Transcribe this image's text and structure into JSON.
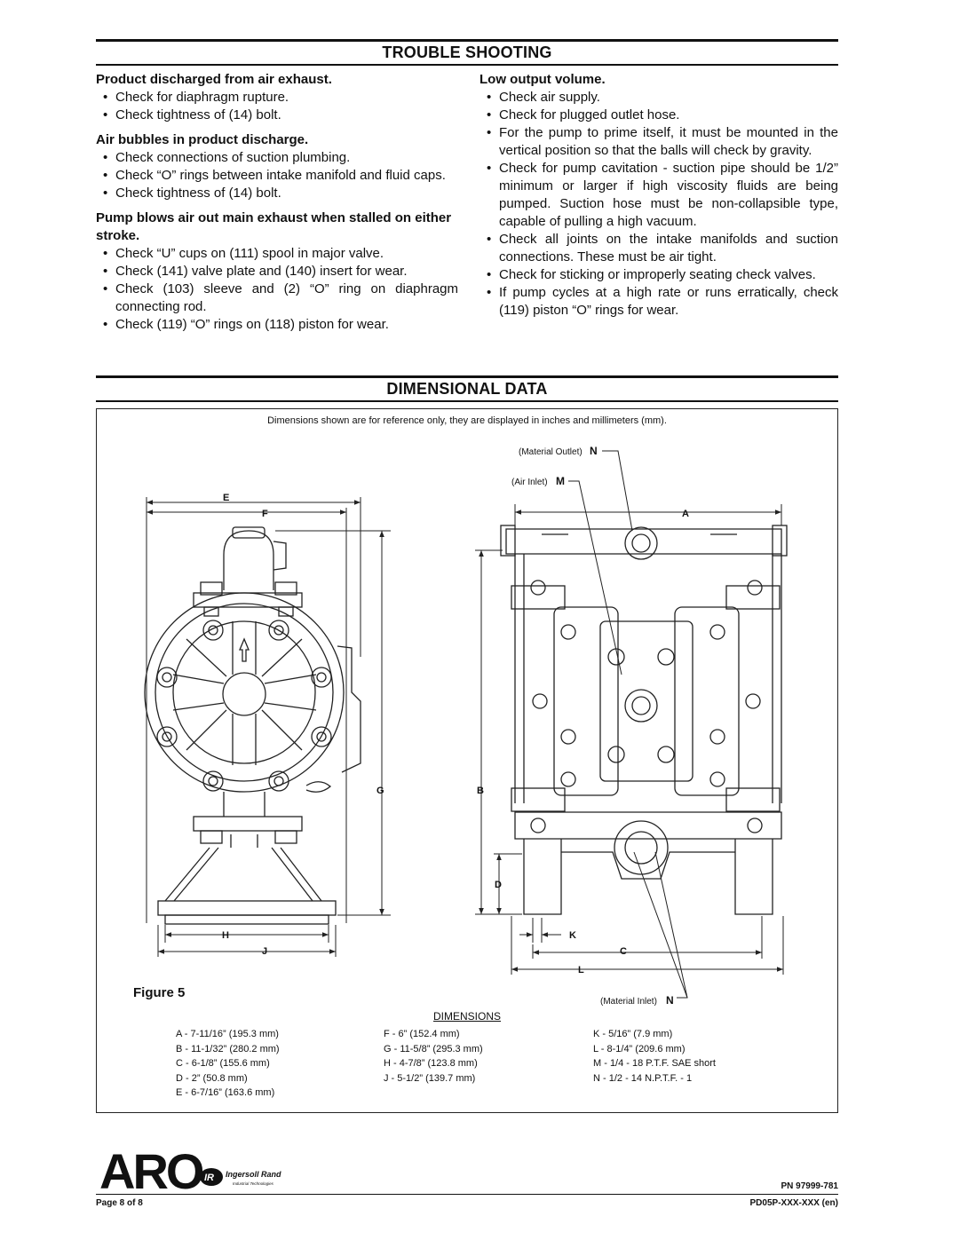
{
  "trouble": {
    "title": "TROUBLE SHOOTING",
    "left": [
      {
        "heading": "Product discharged from air exhaust.",
        "items": [
          "Check for diaphragm rupture.",
          "Check tightness of (14) bolt."
        ]
      },
      {
        "heading": "Air bubbles in product discharge.",
        "items": [
          "Check connections of suction plumbing.",
          "Check “O” rings between intake manifold and fluid caps.",
          "Check tightness of (14) bolt."
        ]
      },
      {
        "heading": "Pump blows air out main exhaust when stalled on either stroke.",
        "items": [
          "Check “U” cups on (111) spool in major valve.",
          "Check (141) valve plate and (140) insert for wear.",
          "Check (103) sleeve and (2) “O” ring on diaphragm connecting rod.",
          "Check (119) “O” rings on (118) piston for wear."
        ]
      }
    ],
    "right": [
      {
        "heading": "Low output volume.",
        "items": [
          "Check air supply.",
          "Check for plugged outlet hose.",
          "For the pump to prime itself, it must be mounted in the vertical position so that the balls will check by gravity.",
          "Check for pump cavitation - suction pipe should be 1/2” minimum or larger if high viscosity fluids are being pumped. Suction hose must be non-collapsible type, capable of pulling a high vacuum.",
          "Check all joints on the intake manifolds and suction connections. These must be air tight.",
          "Check for sticking or improperly seating check valves.",
          "If pump cycles at a high rate or runs erratically, check (119) piston “O” rings for wear."
        ]
      }
    ]
  },
  "dimensional": {
    "title": "DIMENSIONAL DATA",
    "note": "Dimensions shown are for reference only, they are displayed in inches and millimeters (mm).",
    "figure_label": "Figure 5",
    "callouts": {
      "material_outlet": "(Material Outlet)",
      "air_inlet": "(Air Inlet)",
      "material_inlet": "(Material Inlet)",
      "N": "N",
      "M": "M",
      "A": "A",
      "B": "B",
      "C": "C",
      "D": "D",
      "E": "E",
      "F": "F",
      "G": "G",
      "H": "H",
      "J": "J",
      "K": "K",
      "L": "L"
    },
    "dimensions_title": "DIMENSIONS",
    "col1": [
      "A -  7-11/16” (195.3 mm)",
      "B -  11-1/32” (280.2 mm)",
      "C -  6-1/8” (155.6 mm)",
      "D -  2” (50.8 mm)",
      "E -  6-7/16” (163.6 mm)"
    ],
    "col2": [
      "F -  6” (152.4 mm)",
      "G -  11-5/8” (295.3 mm)",
      "H -  4-7/8” (123.8 mm)",
      "J -  5-1/2” (139.7 mm)"
    ],
    "col3": [
      "K -  5/16” (7.9 mm)",
      "L -  8-1/4” (209.6 mm)",
      "M -  1/4 - 18 P.T.F. SAE short",
      "N -  1/2 - 14 N.P.T.F. - 1"
    ]
  },
  "footer": {
    "logo": "ARO",
    "brand": "Ingersoll Rand",
    "brand_sub": "Industrial Technologies",
    "brand_mark": "IR",
    "pn": "PN 97999-781",
    "page": "Page 8 of 8",
    "doc": "PD05P-XXX-XXX (en)"
  }
}
